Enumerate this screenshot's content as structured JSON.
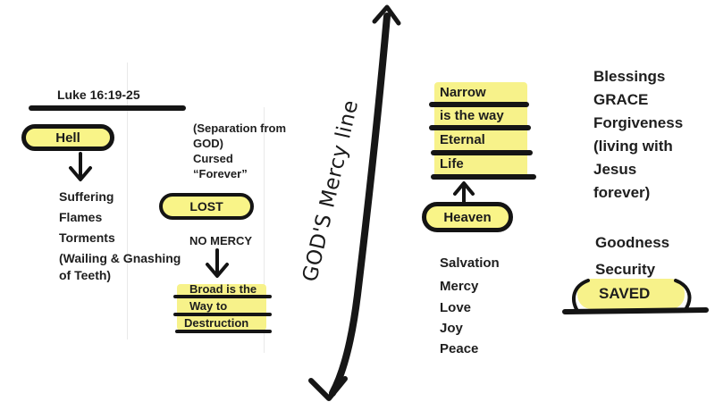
{
  "reference": "Luke 16:19-25",
  "mercy_line_label": "GOD'S Mercy line",
  "left": {
    "hell": "Hell",
    "suffering": [
      "Suffering",
      "Flames",
      "Torments",
      "(Wailing & Gnashing",
      "of Teeth)"
    ],
    "separation": [
      "(Separation from",
      "GOD)",
      "Cursed",
      "“Forever”"
    ],
    "lost": "LOST",
    "no_mercy": "NO MERCY",
    "broad_way": [
      "Broad is the",
      "Way to",
      "Destruction"
    ]
  },
  "right": {
    "narrow_way": [
      "Narrow",
      "is the way",
      "Eternal",
      "Life"
    ],
    "heaven": "Heaven",
    "heaven_list": [
      "Salvation",
      "Mercy",
      "Love",
      "Joy",
      "Peace"
    ],
    "blessings": [
      "Blessings",
      "GRACE",
      "Forgiveness",
      "(living with",
      "Jesus",
      "forever)"
    ],
    "goodness": "Goodness",
    "security": "Security",
    "saved": "SAVED"
  },
  "colors": {
    "highlight": "#f7f28a",
    "ink": "#141414"
  }
}
